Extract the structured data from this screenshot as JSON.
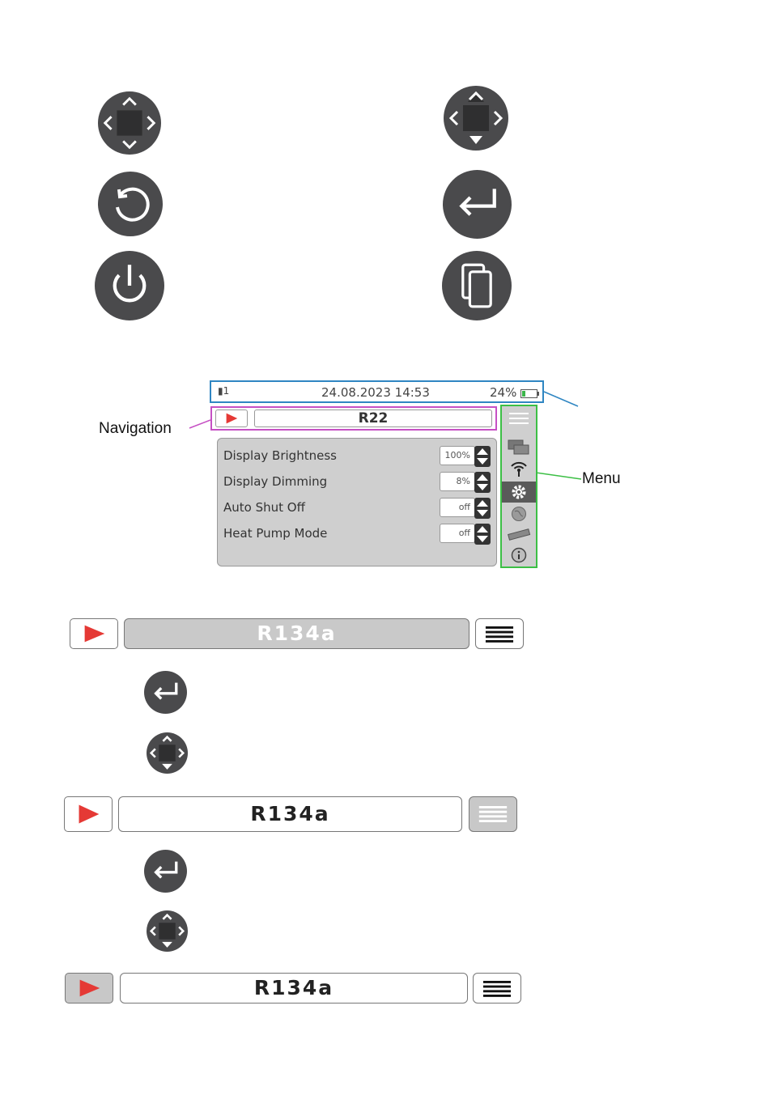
{
  "icons": {
    "top_left": [
      "dpad-four-way-icon",
      "back-icon",
      "power-icon"
    ],
    "top_right": [
      "dpad-up-down-icon",
      "enter-icon",
      "copy-icon"
    ]
  },
  "device": {
    "status": {
      "signal": "1",
      "datetime": "24.08.2023  14:53",
      "battery": "24%"
    },
    "nav_title": "R22",
    "settings": [
      {
        "label": "Display Brightness",
        "value": "100%"
      },
      {
        "label": "Display Dimming",
        "value": "8%"
      },
      {
        "label": "Auto Shut Off",
        "value": "off"
      },
      {
        "label": "Heat Pump Mode",
        "value": "off"
      }
    ],
    "menu_icons": [
      "menu-lines-icon",
      "windows-icon",
      "wireless-icon",
      "gear-icon",
      "globe-icon",
      "ruler-icon",
      "info-icon"
    ]
  },
  "callouts": {
    "navigation": "Navigation",
    "menu": "Menu"
  },
  "steps": [
    {
      "title": "R134a",
      "highlight": "title"
    },
    {
      "title": "R134a",
      "highlight": "menu"
    },
    {
      "title": "R134a",
      "highlight": "play"
    }
  ],
  "colors": {
    "button": "#4a4a4c",
    "play": "#e53935",
    "status_border": "#2f86c2",
    "nav_border": "#c650c4",
    "menu_border": "#3cbf45"
  }
}
